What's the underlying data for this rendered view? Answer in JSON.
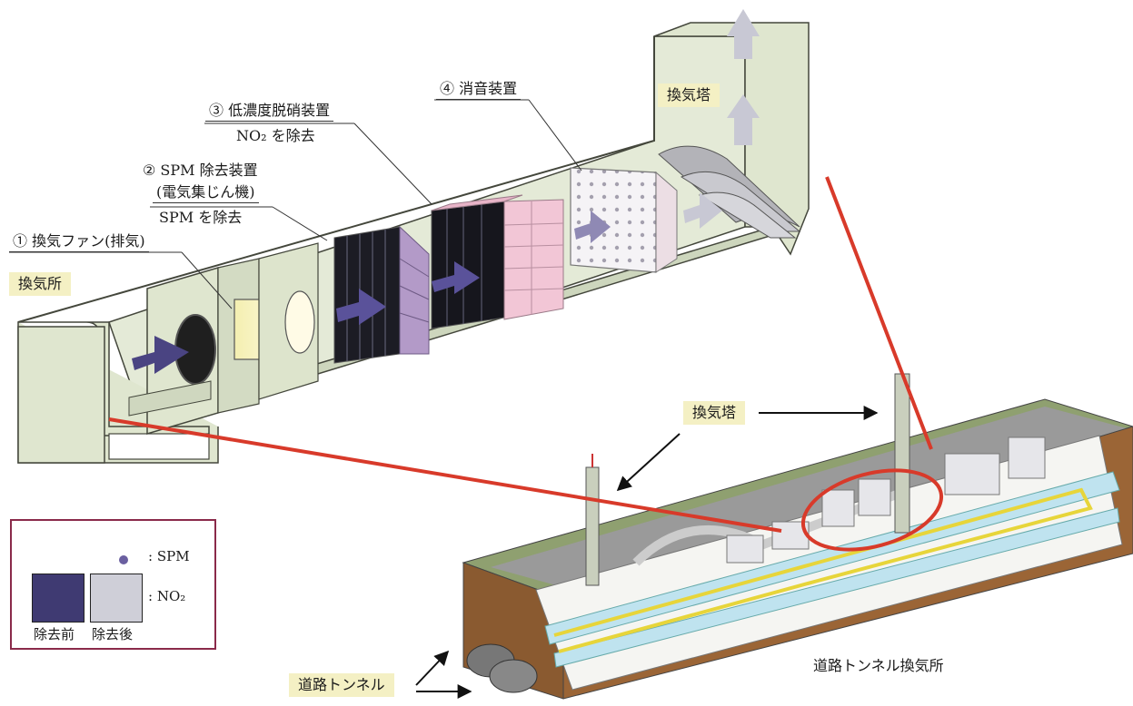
{
  "labels": {
    "fan": "① 換気ファン(排気)",
    "spm_device": "② SPM 除去装置",
    "spm_device_sub": "(電気集じん機)",
    "spm_remove": "SPM を除去",
    "denitration": "③ 低濃度脱硝装置",
    "no2_remove": "NO₂ を除去",
    "silencer": "④ 消音装置",
    "ventilation_station": "換気所",
    "ventilation_tower_top": "換気塔",
    "ventilation_tower_bottom": "換気塔",
    "road_tunnel": "道路トンネル",
    "road_tunnel_station": "道路トンネル換気所"
  },
  "legend": {
    "spm": ": SPM",
    "no2": ": NO₂",
    "before": "除去前",
    "after": "除去後"
  },
  "colors": {
    "duct": "#dfe6cf",
    "duct_edge": "#44473c",
    "arrow_before": "#4a4482",
    "arrow_after": "#c8c8d4",
    "pink_block": "#f2c6d6",
    "pointer_line": "#d83a2a",
    "tag_bg": "#f4f0c4",
    "legend_border": "#8a2a4a"
  }
}
